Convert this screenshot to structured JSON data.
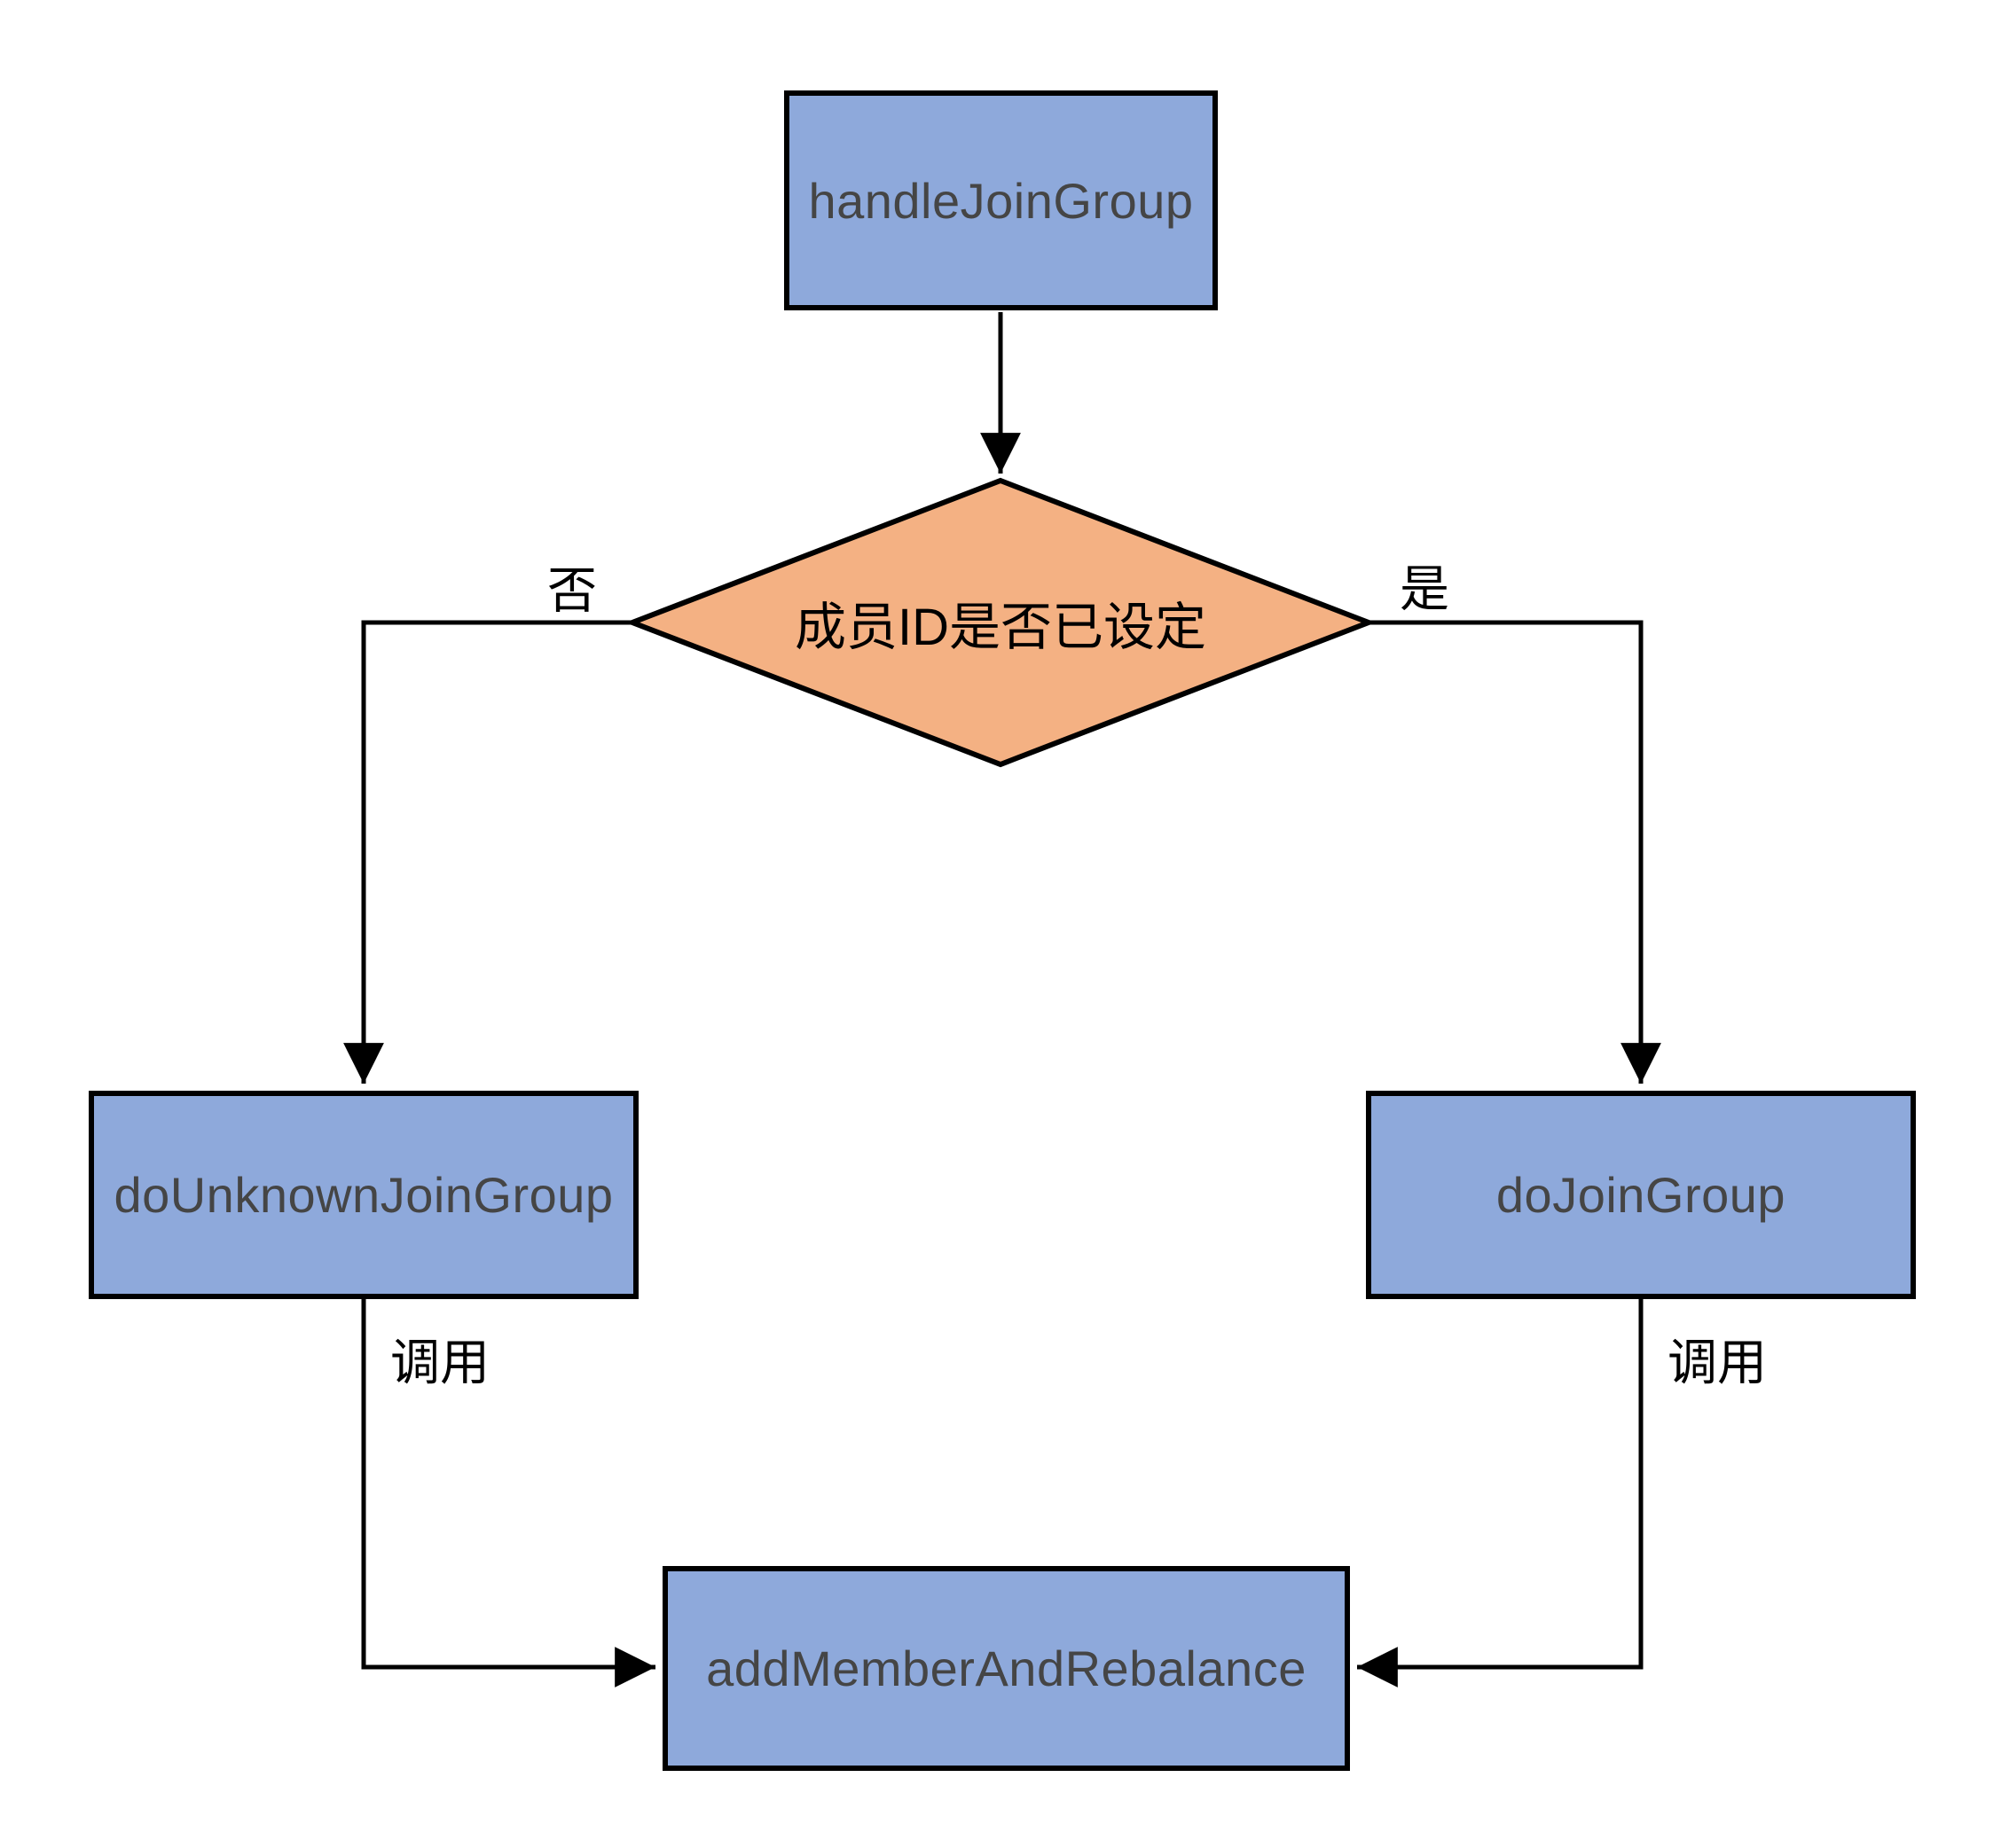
{
  "diagram": {
    "nodes": {
      "handle_join_group": {
        "label": "handleJoinGroup"
      },
      "decision_member_id": {
        "label": "成员ID是否已设定"
      },
      "do_unknown_join_group": {
        "label": "doUnknownJoinGroup"
      },
      "do_join_group": {
        "label": "doJoinGroup"
      },
      "add_member_and_rebalance": {
        "label": "addMemberAndRebalance"
      }
    },
    "edge_labels": {
      "no": "否",
      "yes": "是",
      "call_left": "调用",
      "call_right": "调用"
    },
    "colors": {
      "process_fill": "#8EA9DB",
      "decision_fill": "#F4B183",
      "line": "#000000",
      "process_text": "#454545",
      "background": "#FFFFFF"
    }
  }
}
